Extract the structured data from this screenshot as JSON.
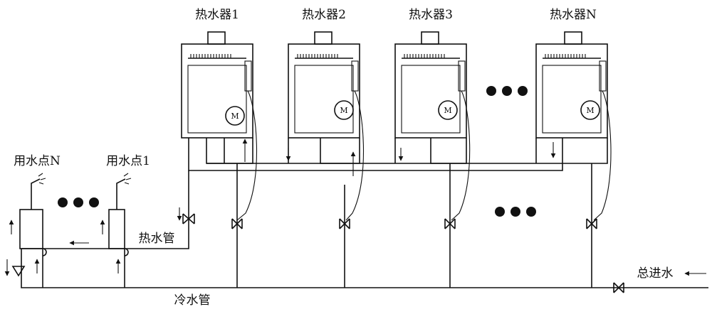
{
  "heaters": [
    {
      "label": "热水器1",
      "motor": "M"
    },
    {
      "label": "热水器2",
      "motor": "M"
    },
    {
      "label": "热水器3",
      "motor": "M"
    },
    {
      "label": "热水器N",
      "motor": "M"
    }
  ],
  "points": [
    {
      "label": "用水点N"
    },
    {
      "label": "用水点1"
    }
  ],
  "pipes": {
    "hot": "热水管",
    "cold": "冷水管",
    "inlet": "总进水"
  }
}
